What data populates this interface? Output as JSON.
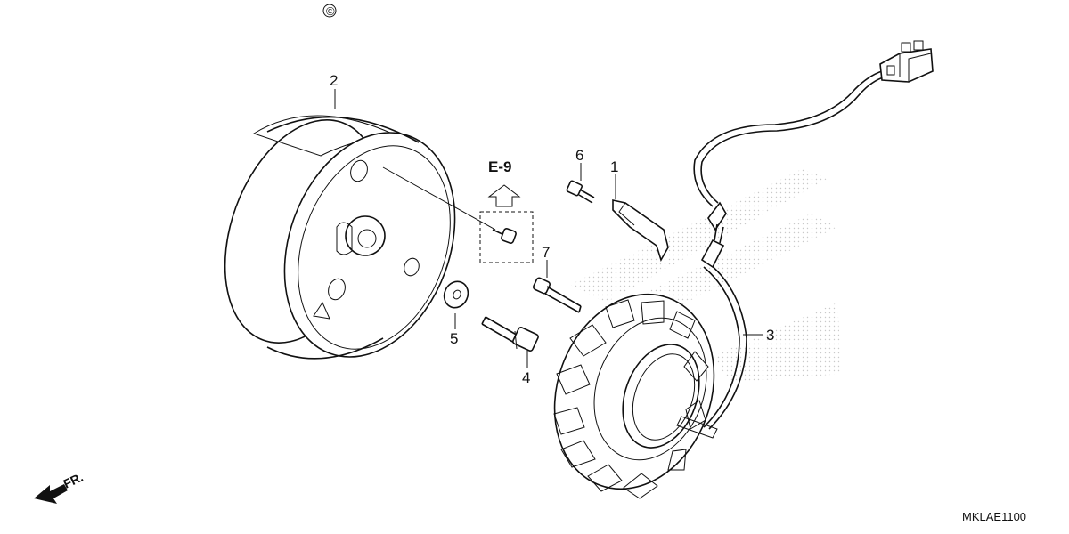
{
  "copyright_symbol": "©",
  "callouts": {
    "p1": "1",
    "p2": "2",
    "p3": "3",
    "p4": "4",
    "p5": "5",
    "p6": "6",
    "p7": "7"
  },
  "reference": "E-9",
  "direction": "FR.",
  "diagram_code": "MKLAE1100"
}
